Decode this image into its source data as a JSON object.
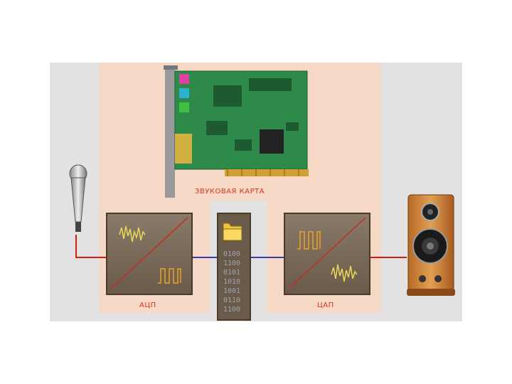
{
  "labels": {
    "sound_card": "ЗВУКОВАЯ КАРТА",
    "adc": "АЦП",
    "dac": "ЦАП"
  },
  "binary_codes": [
    "0100",
    "1100",
    "0101",
    "1010",
    "1001",
    "0110",
    "1100"
  ],
  "icons": {
    "microphone": "microphone-icon",
    "folder": "folder-icon",
    "speaker": "speaker-icon",
    "sound_card": "sound-card-icon"
  },
  "colors": {
    "panel_bg": "#e2e2e2",
    "peach": "#f6d8c6",
    "converter_box": "#7a6a5a",
    "analog_signal": "#e8d85a",
    "digital_signal": "#f0a020",
    "red_wire": "#d02010",
    "blue_wire": "#3a3aa8",
    "label": "#d23a1e"
  }
}
